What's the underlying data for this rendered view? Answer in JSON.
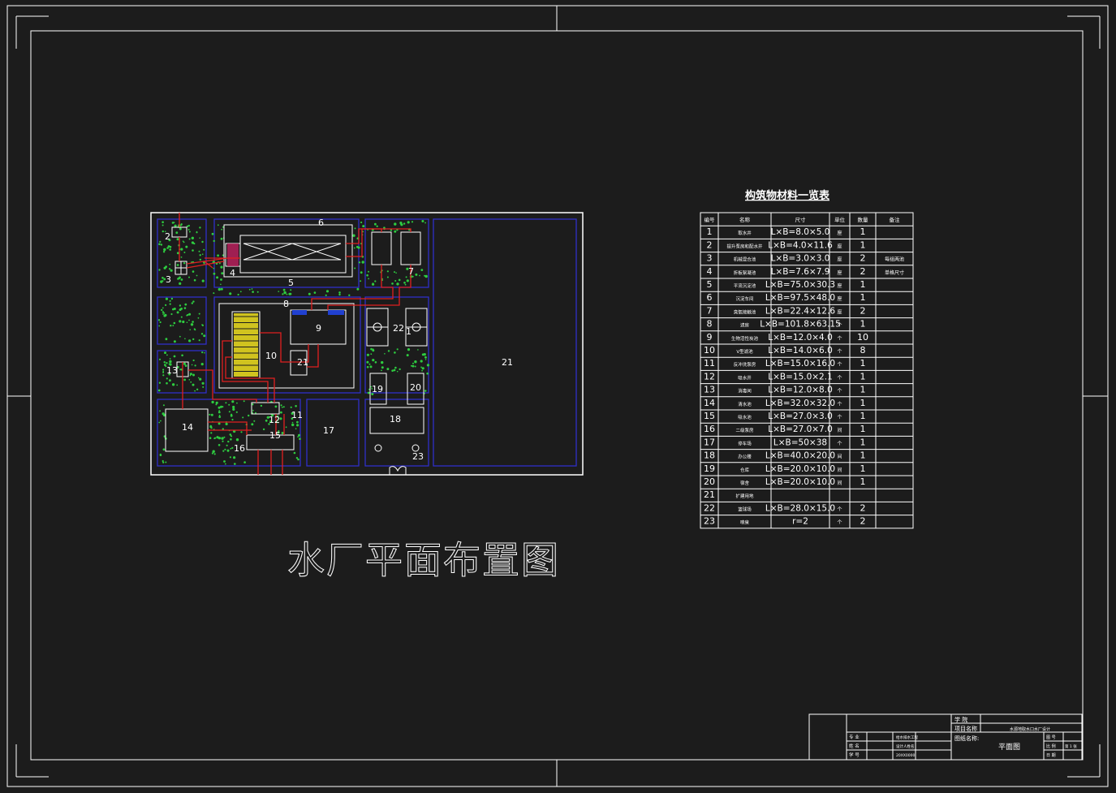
{
  "drawing_title": "水厂平面布置图",
  "table": {
    "title": "构筑物材料一览表",
    "headers": [
      "编号",
      "名称",
      "尺寸",
      "单位",
      "数量",
      "备注"
    ],
    "rows": [
      [
        "1",
        "取水井",
        "L×B=8.0×5.0",
        "座",
        "1",
        ""
      ],
      [
        "2",
        "提升泵房和配水井",
        "L×B=4.0×11.6",
        "座",
        "1",
        ""
      ],
      [
        "3",
        "机械混合池",
        "L×B=3.0×3.0",
        "座",
        "2",
        "每组两池"
      ],
      [
        "4",
        "折板絮凝池",
        "L×B=7.6×7.9",
        "座",
        "2",
        "单格尺寸"
      ],
      [
        "5",
        "平流沉淀池",
        "L×B=75.0×30.3",
        "座",
        "1",
        ""
      ],
      [
        "6",
        "沉淀车间",
        "L×B=97.5×48.0",
        "座",
        "1",
        ""
      ],
      [
        "7",
        "臭氧接触池",
        "L×B=22.4×12.6",
        "座",
        "2",
        ""
      ],
      [
        "8",
        "滤房",
        "L×B=101.8×63.15",
        "个",
        "1",
        ""
      ],
      [
        "9",
        "生物活性炭池",
        "L×B=12.0×4.0",
        "个",
        "10",
        ""
      ],
      [
        "10",
        "V型滤池",
        "L×B=14.0×6.0",
        "个",
        "8",
        ""
      ],
      [
        "11",
        "反冲洗泵房",
        "L×B=15.0×16.0",
        "个",
        "1",
        ""
      ],
      [
        "12",
        "吸水井",
        "L×B=15.0×2.1",
        "个",
        "1",
        ""
      ],
      [
        "13",
        "消毒间",
        "L×B=12.0×8.0",
        "个",
        "1",
        ""
      ],
      [
        "14",
        "清水池",
        "L×B=32.0×32.0",
        "个",
        "1",
        ""
      ],
      [
        "15",
        "吸水池",
        "L×B=27.0×3.0",
        "个",
        "1",
        ""
      ],
      [
        "16",
        "二级泵房",
        "L×B=27.0×7.0",
        "间",
        "1",
        ""
      ],
      [
        "17",
        "停车场",
        "L×B=50×38",
        "个",
        "1",
        ""
      ],
      [
        "18",
        "办公楼",
        "L×B=40.0×20.0",
        "间",
        "1",
        ""
      ],
      [
        "19",
        "仓库",
        "L×B=20.0×10.0",
        "间",
        "1",
        ""
      ],
      [
        "20",
        "宿舍",
        "L×B=20.0×10.0",
        "间",
        "1",
        ""
      ],
      [
        "21",
        "扩建用地",
        "",
        "",
        "",
        ""
      ],
      [
        "22",
        "篮球场",
        "L×B=28.0×15.0",
        "个",
        "2",
        ""
      ],
      [
        "23",
        "喷泉",
        "r=2",
        "个",
        "2",
        ""
      ]
    ]
  },
  "site_labels": {
    "l1": "1",
    "l2": "2",
    "l3": "3",
    "l4": "4",
    "l5": "5",
    "l6": "6",
    "l7": "7",
    "l8": "8",
    "l9": "9",
    "l10": "10",
    "l11": "11",
    "l12": "12",
    "l13": "13",
    "l14": "14",
    "l15": "15",
    "l16": "16",
    "l17": "17",
    "l18": "18",
    "l19": "19",
    "l20": "20",
    "l21a": "21",
    "l21b": "21",
    "l22": "22",
    "l23": "23"
  },
  "title_block": {
    "school_label": "学 院",
    "project_label": "项目名称",
    "project_name": "水源地取水口水厂设计",
    "drawing_label": "图纸名称:",
    "drawing_name": "平面图",
    "row1_label": "专 业",
    "row2_label": "姓 名",
    "row3_label": "学 号",
    "row1_value": "给水排水工程",
    "row2_value": "设计人姓名",
    "row3_value": "20XX0000",
    "num_label": "图 号",
    "scale_label": "比 例",
    "date_label": "日 期",
    "sheet_label": "第 1 张"
  },
  "colors": {
    "background": "#1c1c1c",
    "line": "#ffffff",
    "pipe": "#e02020",
    "road": "#3030c8",
    "tree": "#2ecc40",
    "filter": "#f0e020",
    "tank_cap": "#2040d0"
  }
}
